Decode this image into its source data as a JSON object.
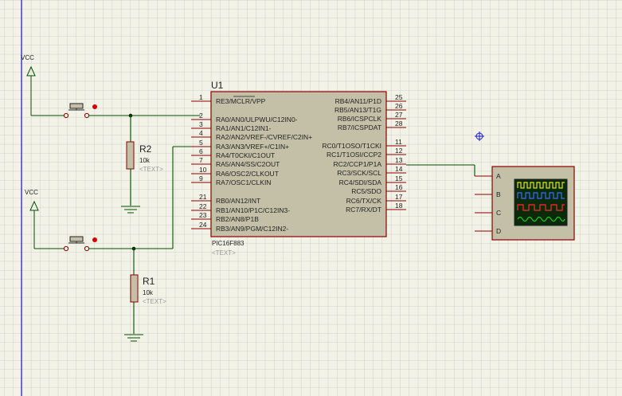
{
  "colors": {
    "background": "#f2f2e6",
    "grid": "#c8c8c8",
    "wire": "#005000",
    "pin": "#8a0000",
    "component_body": "#c4c0a8",
    "scope_screen": "#0a2a0a"
  },
  "power": {
    "vcc_top": "VCC",
    "vcc_bottom": "VCC"
  },
  "resistors": {
    "r2": {
      "ref": "R2",
      "value": "10k",
      "text": "<TEXT>"
    },
    "r1": {
      "ref": "R1",
      "value": "10k",
      "text": "<TEXT>"
    }
  },
  "mcu": {
    "ref": "U1",
    "part": "PIC16F883",
    "text": "<TEXT>",
    "left_pins": [
      {
        "num": "1",
        "name": "RE3/MCLR/VPP"
      },
      {
        "num": "2",
        "name": "RA0/AN0/ULPWU/C12IN0-"
      },
      {
        "num": "3",
        "name": "RA1/AN1/C12IN1-"
      },
      {
        "num": "4",
        "name": "RA2/AN2/VREF-/CVREF/C2IN+"
      },
      {
        "num": "5",
        "name": "RA3/AN3/VREF+/C1IN+"
      },
      {
        "num": "6",
        "name": "RA4/T0CKI/C1OUT"
      },
      {
        "num": "7",
        "name": "RA5/AN4/SS/C2OUT"
      },
      {
        "num": "10",
        "name": "RA6/OSC2/CLKOUT"
      },
      {
        "num": "9",
        "name": "RA7/OSC1/CLKIN"
      },
      {
        "num": "21",
        "name": "RB0/AN12/INT"
      },
      {
        "num": "22",
        "name": "RB1/AN10/P1C/C12IN3-"
      },
      {
        "num": "23",
        "name": "RB2/AN8/P1B"
      },
      {
        "num": "24",
        "name": "RB3/AN9/PGM/C12IN2-"
      }
    ],
    "right_pins": [
      {
        "num": "25",
        "name": "RB4/AN11/P1D"
      },
      {
        "num": "26",
        "name": "RB5/AN13/T1G"
      },
      {
        "num": "27",
        "name": "RB6/ICSPCLK"
      },
      {
        "num": "28",
        "name": "RB7/ICSPDAT"
      },
      {
        "num": "11",
        "name": "RC0/T1OSO/T1CKI"
      },
      {
        "num": "12",
        "name": "RC1/T1OSI/CCP2"
      },
      {
        "num": "13",
        "name": "RC2/CCP1/P1A"
      },
      {
        "num": "14",
        "name": "RC3/SCK/SCL"
      },
      {
        "num": "15",
        "name": "RC4/SDI/SDA"
      },
      {
        "num": "16",
        "name": "RC5/SDO"
      },
      {
        "num": "17",
        "name": "RC6/TX/CK"
      },
      {
        "num": "18",
        "name": "RC7/RX/DT"
      }
    ]
  },
  "oscilloscope": {
    "channels": [
      "A",
      "B",
      "C",
      "D"
    ],
    "trace_colors": [
      "#e8e800",
      "#3a6cff",
      "#ff2a2a",
      "#20d020"
    ]
  },
  "icons": {
    "origin_marker": "crosshair-icon"
  }
}
